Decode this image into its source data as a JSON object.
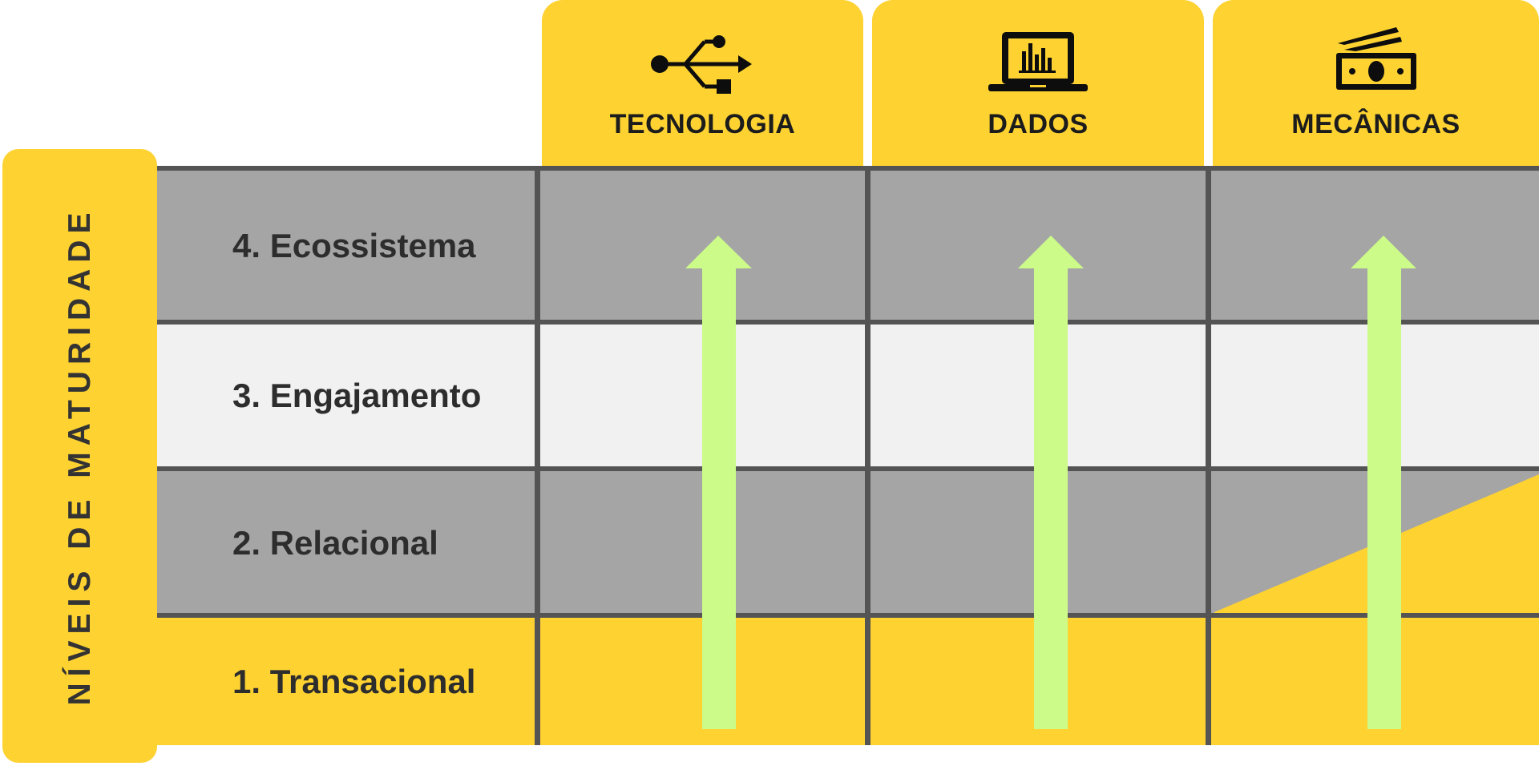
{
  "columns": [
    {
      "label": "TECNOLOGIA",
      "icon": "usb-icon"
    },
    {
      "label": "DADOS",
      "icon": "laptop-chart-icon"
    },
    {
      "label": "MECÂNICAS",
      "icon": "money-icon"
    }
  ],
  "sidebar": {
    "label": "NÍVEIS DE MATURIDADE"
  },
  "rows": [
    {
      "label": "4. Ecossistema",
      "color": "#A5A5A5"
    },
    {
      "label": "3. Engajamento",
      "color": "#F1F1F1"
    },
    {
      "label": "2. Relacional",
      "color": "#A5A5A5"
    },
    {
      "label": "1. Transacional",
      "color": "#FDD231"
    }
  ],
  "colors": {
    "accent_yellow": "#FDD231",
    "arrow_green": "#CCFB8A",
    "grid_line": "#545454",
    "text_dark": "#2d2d2d"
  }
}
